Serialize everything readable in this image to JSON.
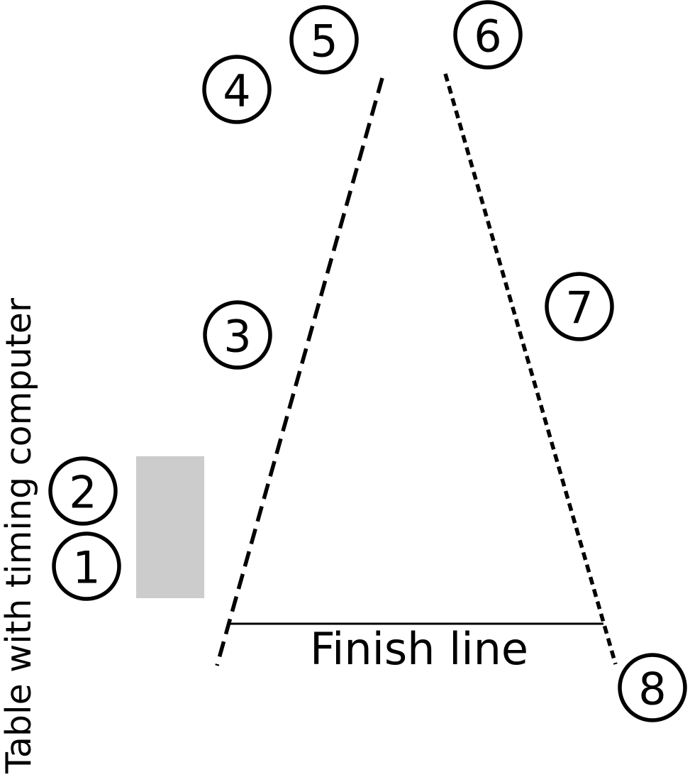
{
  "labels": {
    "finish_line": "Finish line",
    "table": "Table with timing computer"
  },
  "positions": [
    "1",
    "2",
    "3",
    "4",
    "5",
    "6",
    "7",
    "8"
  ],
  "colors": {
    "ink": "#000000",
    "table_fill": "#cccccc",
    "background": "#ffffff"
  }
}
